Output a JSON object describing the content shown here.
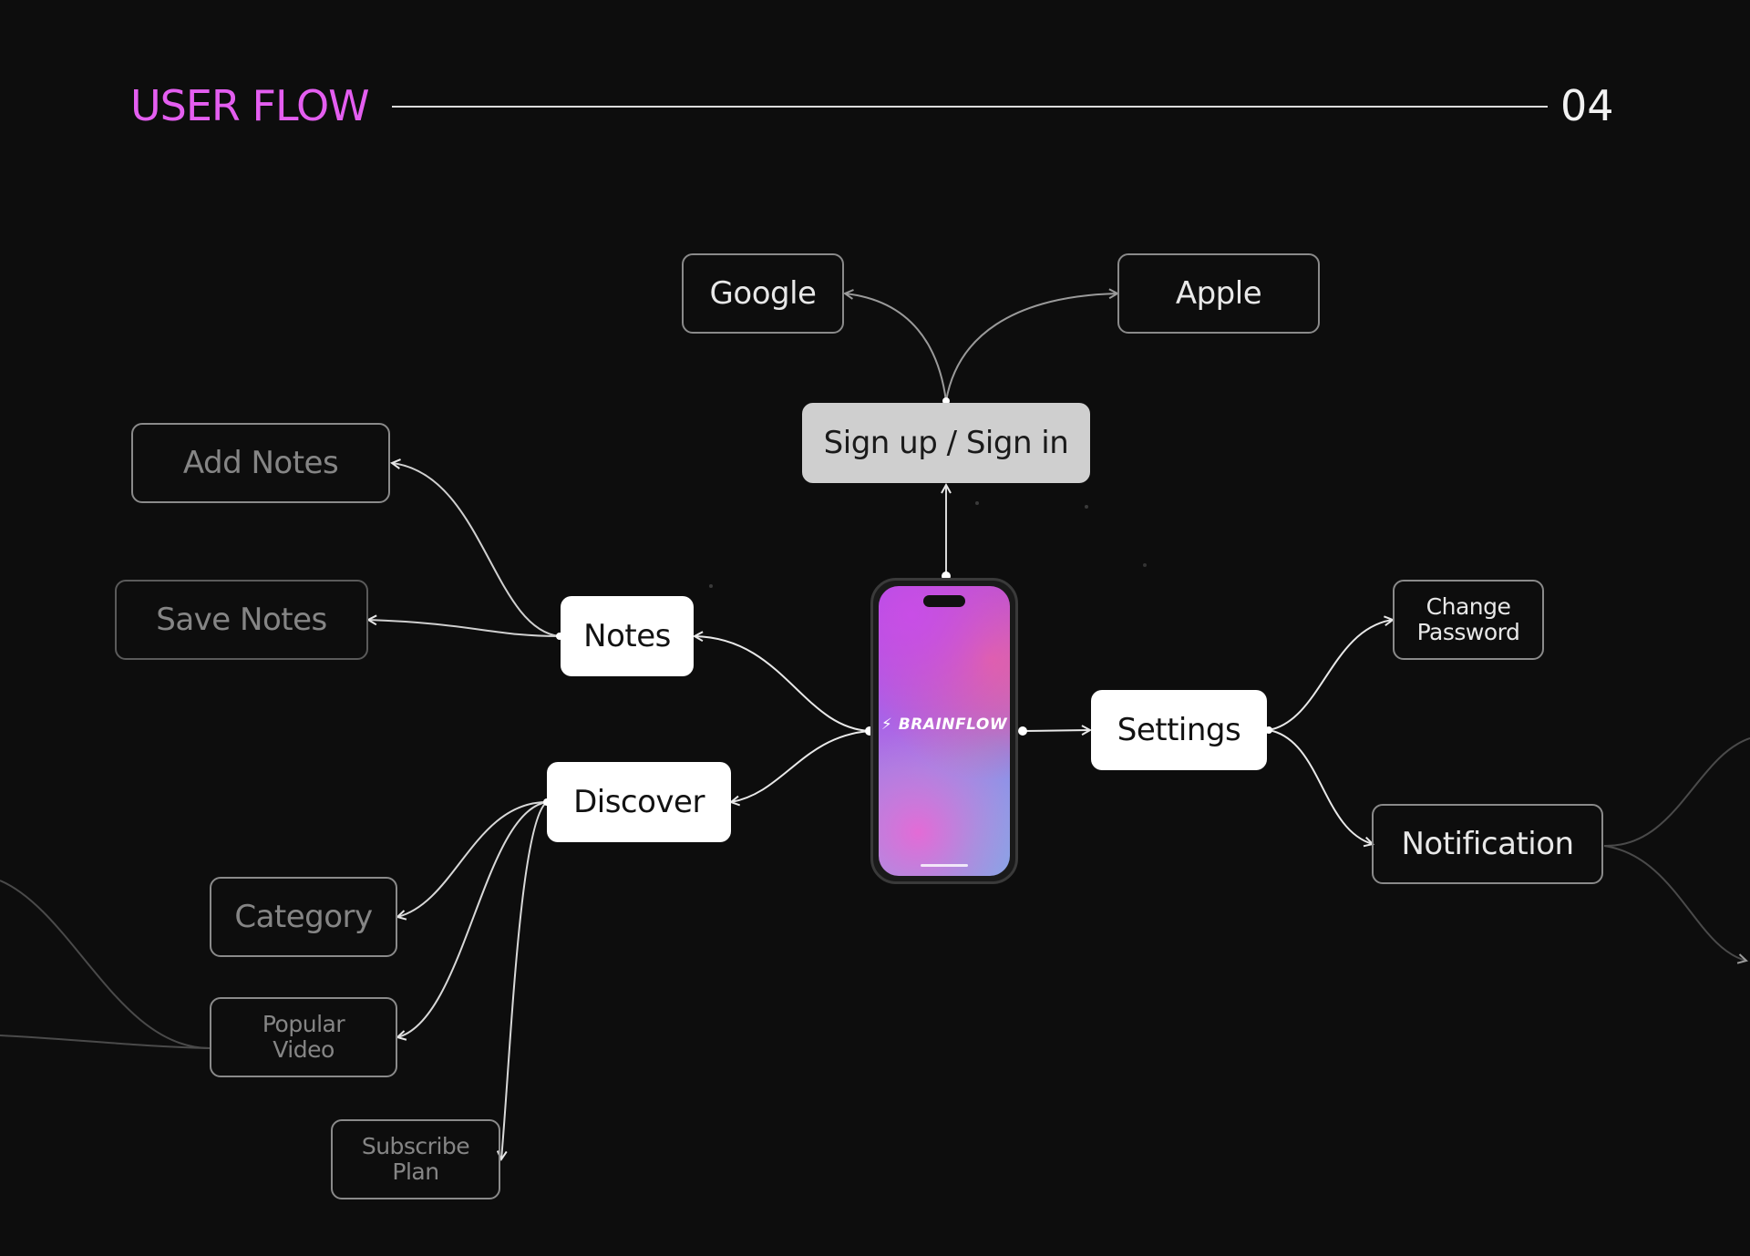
{
  "header": {
    "title": "USER FLOW",
    "page_number": "04",
    "title_color": "#e45ef0"
  },
  "app": {
    "brand": "BRAINFLOW",
    "brand_icon": "lightning-bolt-icon"
  },
  "nodes": {
    "google": "Google",
    "apple": "Apple",
    "signin": "Sign up / Sign in",
    "add_notes": "Add Notes",
    "save_notes": "Save Notes",
    "notes": "Notes",
    "discover": "Discover",
    "settings": "Settings",
    "change_password_line1": "Change",
    "change_password_line2": "Password",
    "notification": "Notification",
    "category": "Category",
    "popular_video_line1": "Popular",
    "popular_video_line2": "Video",
    "subscribe_plan_line1": "Subscribe",
    "subscribe_plan_line2": "Plan"
  },
  "colors": {
    "background": "#0d0d0d",
    "accent": "#e45ef0",
    "node_white": "#ffffff",
    "node_gray": "#cfcfcf"
  }
}
